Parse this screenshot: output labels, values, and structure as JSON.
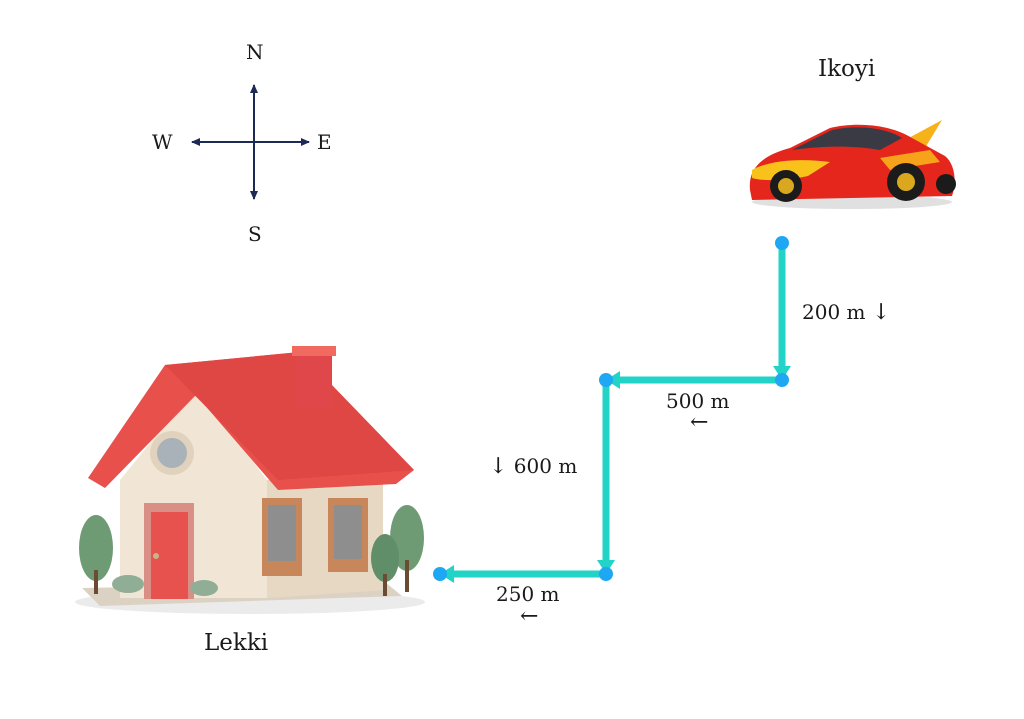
{
  "compass": {
    "north": "N",
    "south": "S",
    "east": "E",
    "west": "W"
  },
  "places": {
    "start": "Ikoyi",
    "end": "Lekki"
  },
  "route": [
    {
      "distance": "200 m",
      "direction": "↓"
    },
    {
      "distance": "500 m",
      "direction": "←"
    },
    {
      "distance": "600 m",
      "direction": "↓"
    },
    {
      "distance": "250 m",
      "direction": "←"
    }
  ],
  "colors": {
    "path": "#22d3c8",
    "waypoint": "#1ea7f2",
    "compass": "#1c2a55",
    "car": "#e4261c",
    "roof": "#e8504b",
    "wall": "#f1e6d6",
    "door": "#e8524e",
    "tree": "#6e9a74"
  },
  "icons": [
    "compass-rose-icon",
    "red-sports-car-icon",
    "house-icon"
  ]
}
